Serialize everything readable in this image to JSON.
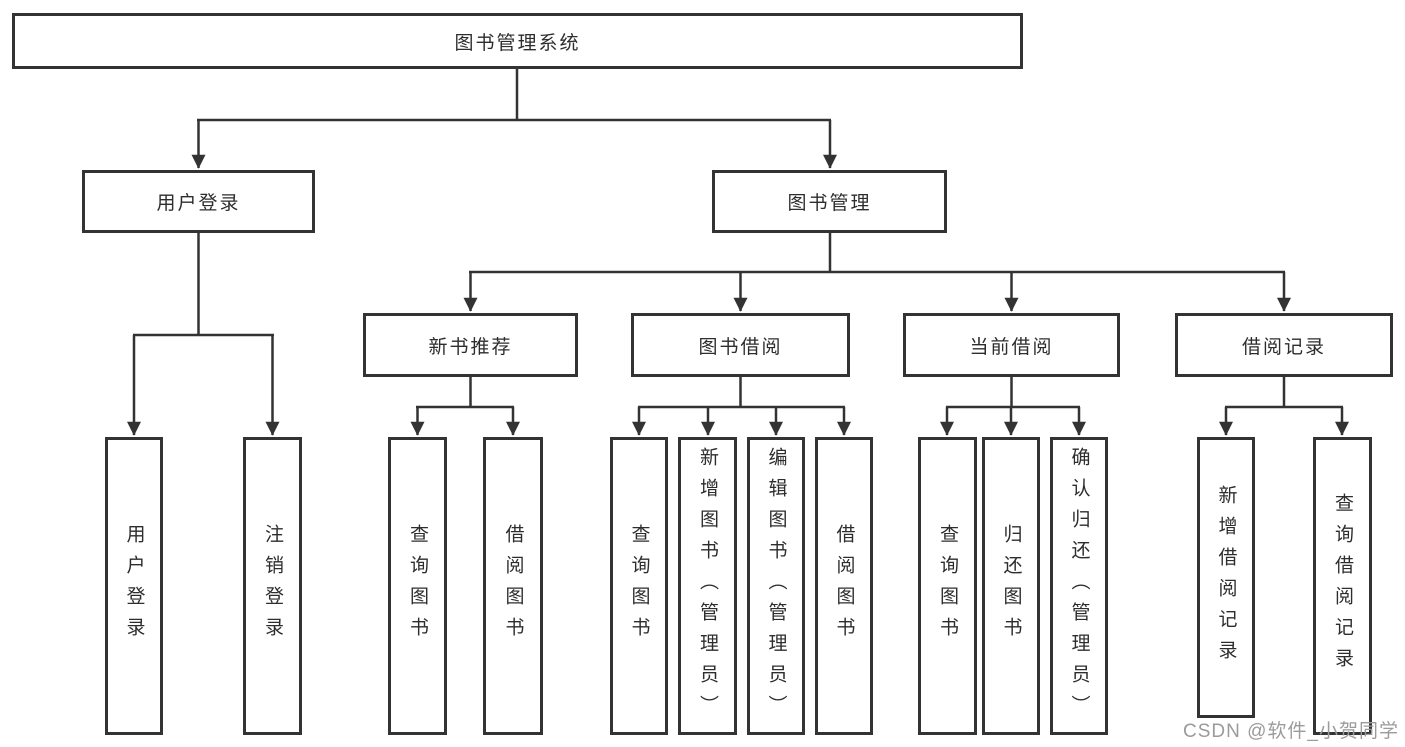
{
  "diagram": {
    "root": {
      "label": "图书管理系统"
    },
    "login_branch": {
      "label": "用户登录",
      "children": [
        {
          "label": "用户登录"
        },
        {
          "label": "注销登录"
        }
      ]
    },
    "mgmt_branch": {
      "label": "图书管理",
      "sections": [
        {
          "label": "新书推荐",
          "children": [
            {
              "label": "查询图书"
            },
            {
              "label": "借阅图书"
            }
          ]
        },
        {
          "label": "图书借阅",
          "children": [
            {
              "label": "查询图书"
            },
            {
              "label": "新增图书（管理员）"
            },
            {
              "label": "编辑图书（管理员）"
            },
            {
              "label": "借阅图书"
            }
          ]
        },
        {
          "label": "当前借阅",
          "children": [
            {
              "label": "查询图书"
            },
            {
              "label": "归还图书"
            },
            {
              "label": "确认归还（管理员）"
            }
          ]
        },
        {
          "label": "借阅记录",
          "children": [
            {
              "label": "新增借阅记录"
            },
            {
              "label": "查询借阅记录"
            }
          ]
        }
      ]
    }
  },
  "watermark": {
    "text": "CSDN @软件_小贺同学"
  },
  "colors": {
    "line": "#333333",
    "box_border": "#333333",
    "box_fill": "#ffffff",
    "text": "#2d2d2d",
    "watermark": "#9b9b9b"
  }
}
